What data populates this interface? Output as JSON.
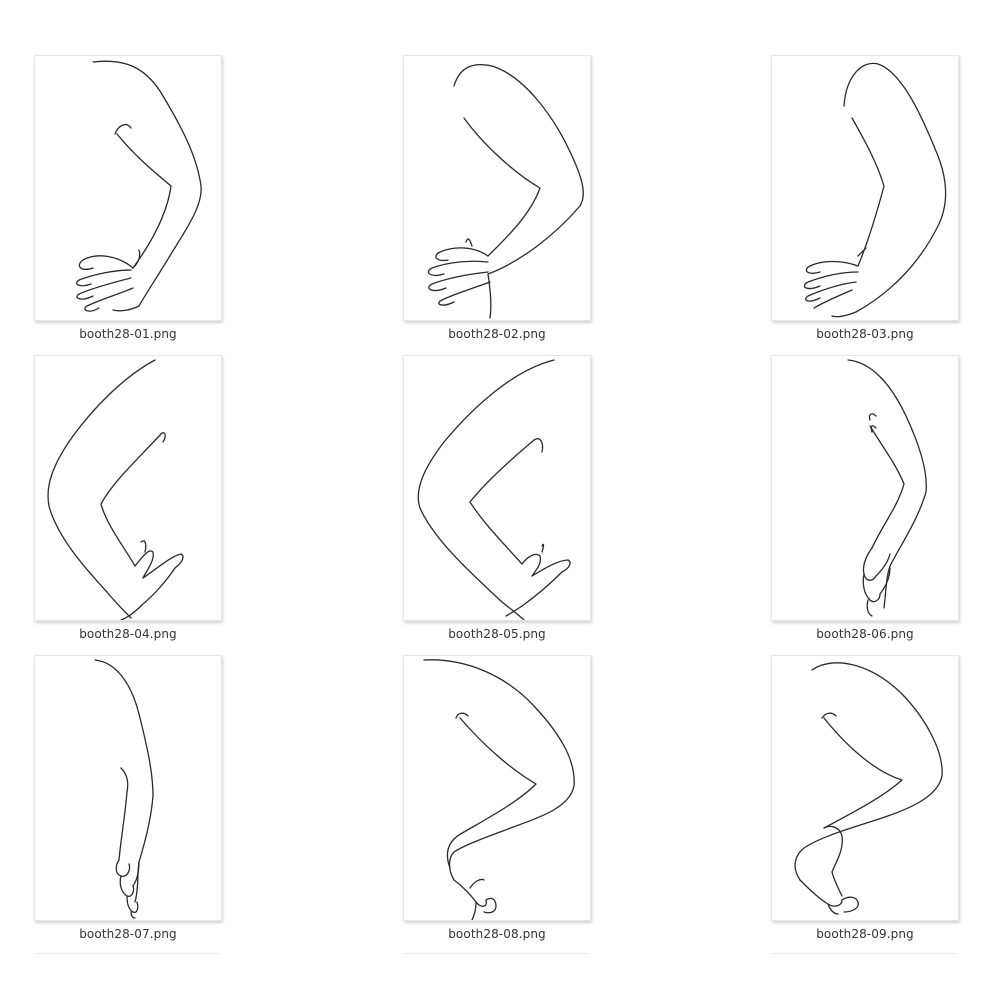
{
  "files": [
    {
      "name": "booth28-01.png"
    },
    {
      "name": "booth28-02.png"
    },
    {
      "name": "booth28-03.png"
    },
    {
      "name": "booth28-04.png"
    },
    {
      "name": "booth28-05.png"
    },
    {
      "name": "booth28-06.png"
    },
    {
      "name": "booth28-07.png"
    },
    {
      "name": "booth28-08.png"
    },
    {
      "name": "booth28-09.png"
    }
  ]
}
